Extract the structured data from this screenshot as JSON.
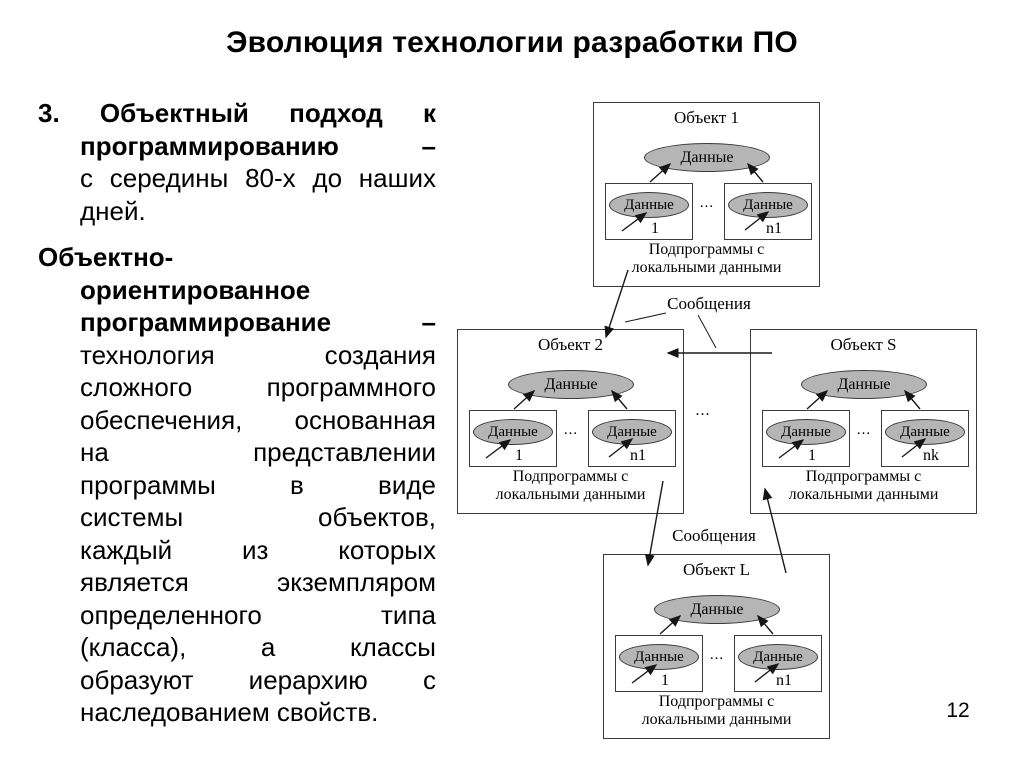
{
  "slide": {
    "title": "Эволюция технологии разработки ПО",
    "page_number": "12"
  },
  "body_text": {
    "p1": [
      "3. Объектный подход к",
      "программированию –",
      "с середины 80-х до наших",
      "дней."
    ],
    "p2": [
      "Объектно-",
      "ориентированное",
      "программирование –",
      "технология создания",
      "сложного программного",
      "обеспечения, основанная",
      "на представлении",
      "программы в виде",
      "системы объектов,",
      "каждый из которых",
      "является экземпляром",
      "определенного типа",
      "(класса), а классы",
      "образуют иерархию с",
      "наследованием свойств."
    ]
  },
  "diagram": {
    "messages_top": "Сообщения",
    "messages_bottom": "Сообщения",
    "ellipsis": "...",
    "objects": [
      {
        "title": "Объект 1",
        "data": "Данные",
        "sub1_data": "Данные",
        "sub1_num": "1",
        "sub2_data": "Данные",
        "sub2_num": "n1",
        "dots": "...",
        "caption1": "Подпрограммы с",
        "caption2": "локальными данными"
      },
      {
        "title": "Объект 2",
        "data": "Данные",
        "sub1_data": "Данные",
        "sub1_num": "1",
        "sub2_data": "Данные",
        "sub2_num": "n1",
        "dots": "...",
        "caption1": "Подпрограммы с",
        "caption2": "локальными данными"
      },
      {
        "title": "Объект S",
        "data": "Данные",
        "sub1_data": "Данные",
        "sub1_num": "1",
        "sub2_data": "Данные",
        "sub2_num": "nk",
        "dots": "...",
        "caption1": "Подпрограммы с",
        "caption2": "локальными данными"
      },
      {
        "title": "Объект L",
        "data": "Данные",
        "sub1_data": "Данные",
        "sub1_num": "1",
        "sub2_data": "Данные",
        "sub2_num": "n1",
        "dots": "...",
        "caption1": "Подпрограммы с",
        "caption2": "локальными данными"
      }
    ]
  }
}
